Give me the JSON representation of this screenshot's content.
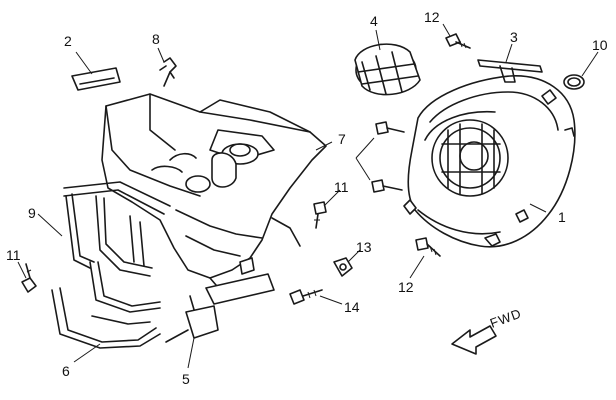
{
  "callouts": {
    "c1": "1",
    "c2": "2",
    "c3": "3",
    "c4": "4",
    "c5": "5",
    "c6": "6",
    "c7": "7",
    "c8": "8",
    "c9": "9",
    "c10": "10",
    "c11a": "11",
    "c11b": "11",
    "c12a": "12",
    "c12b": "12",
    "c13": "13",
    "c14": "14"
  },
  "direction_label": "FWD"
}
